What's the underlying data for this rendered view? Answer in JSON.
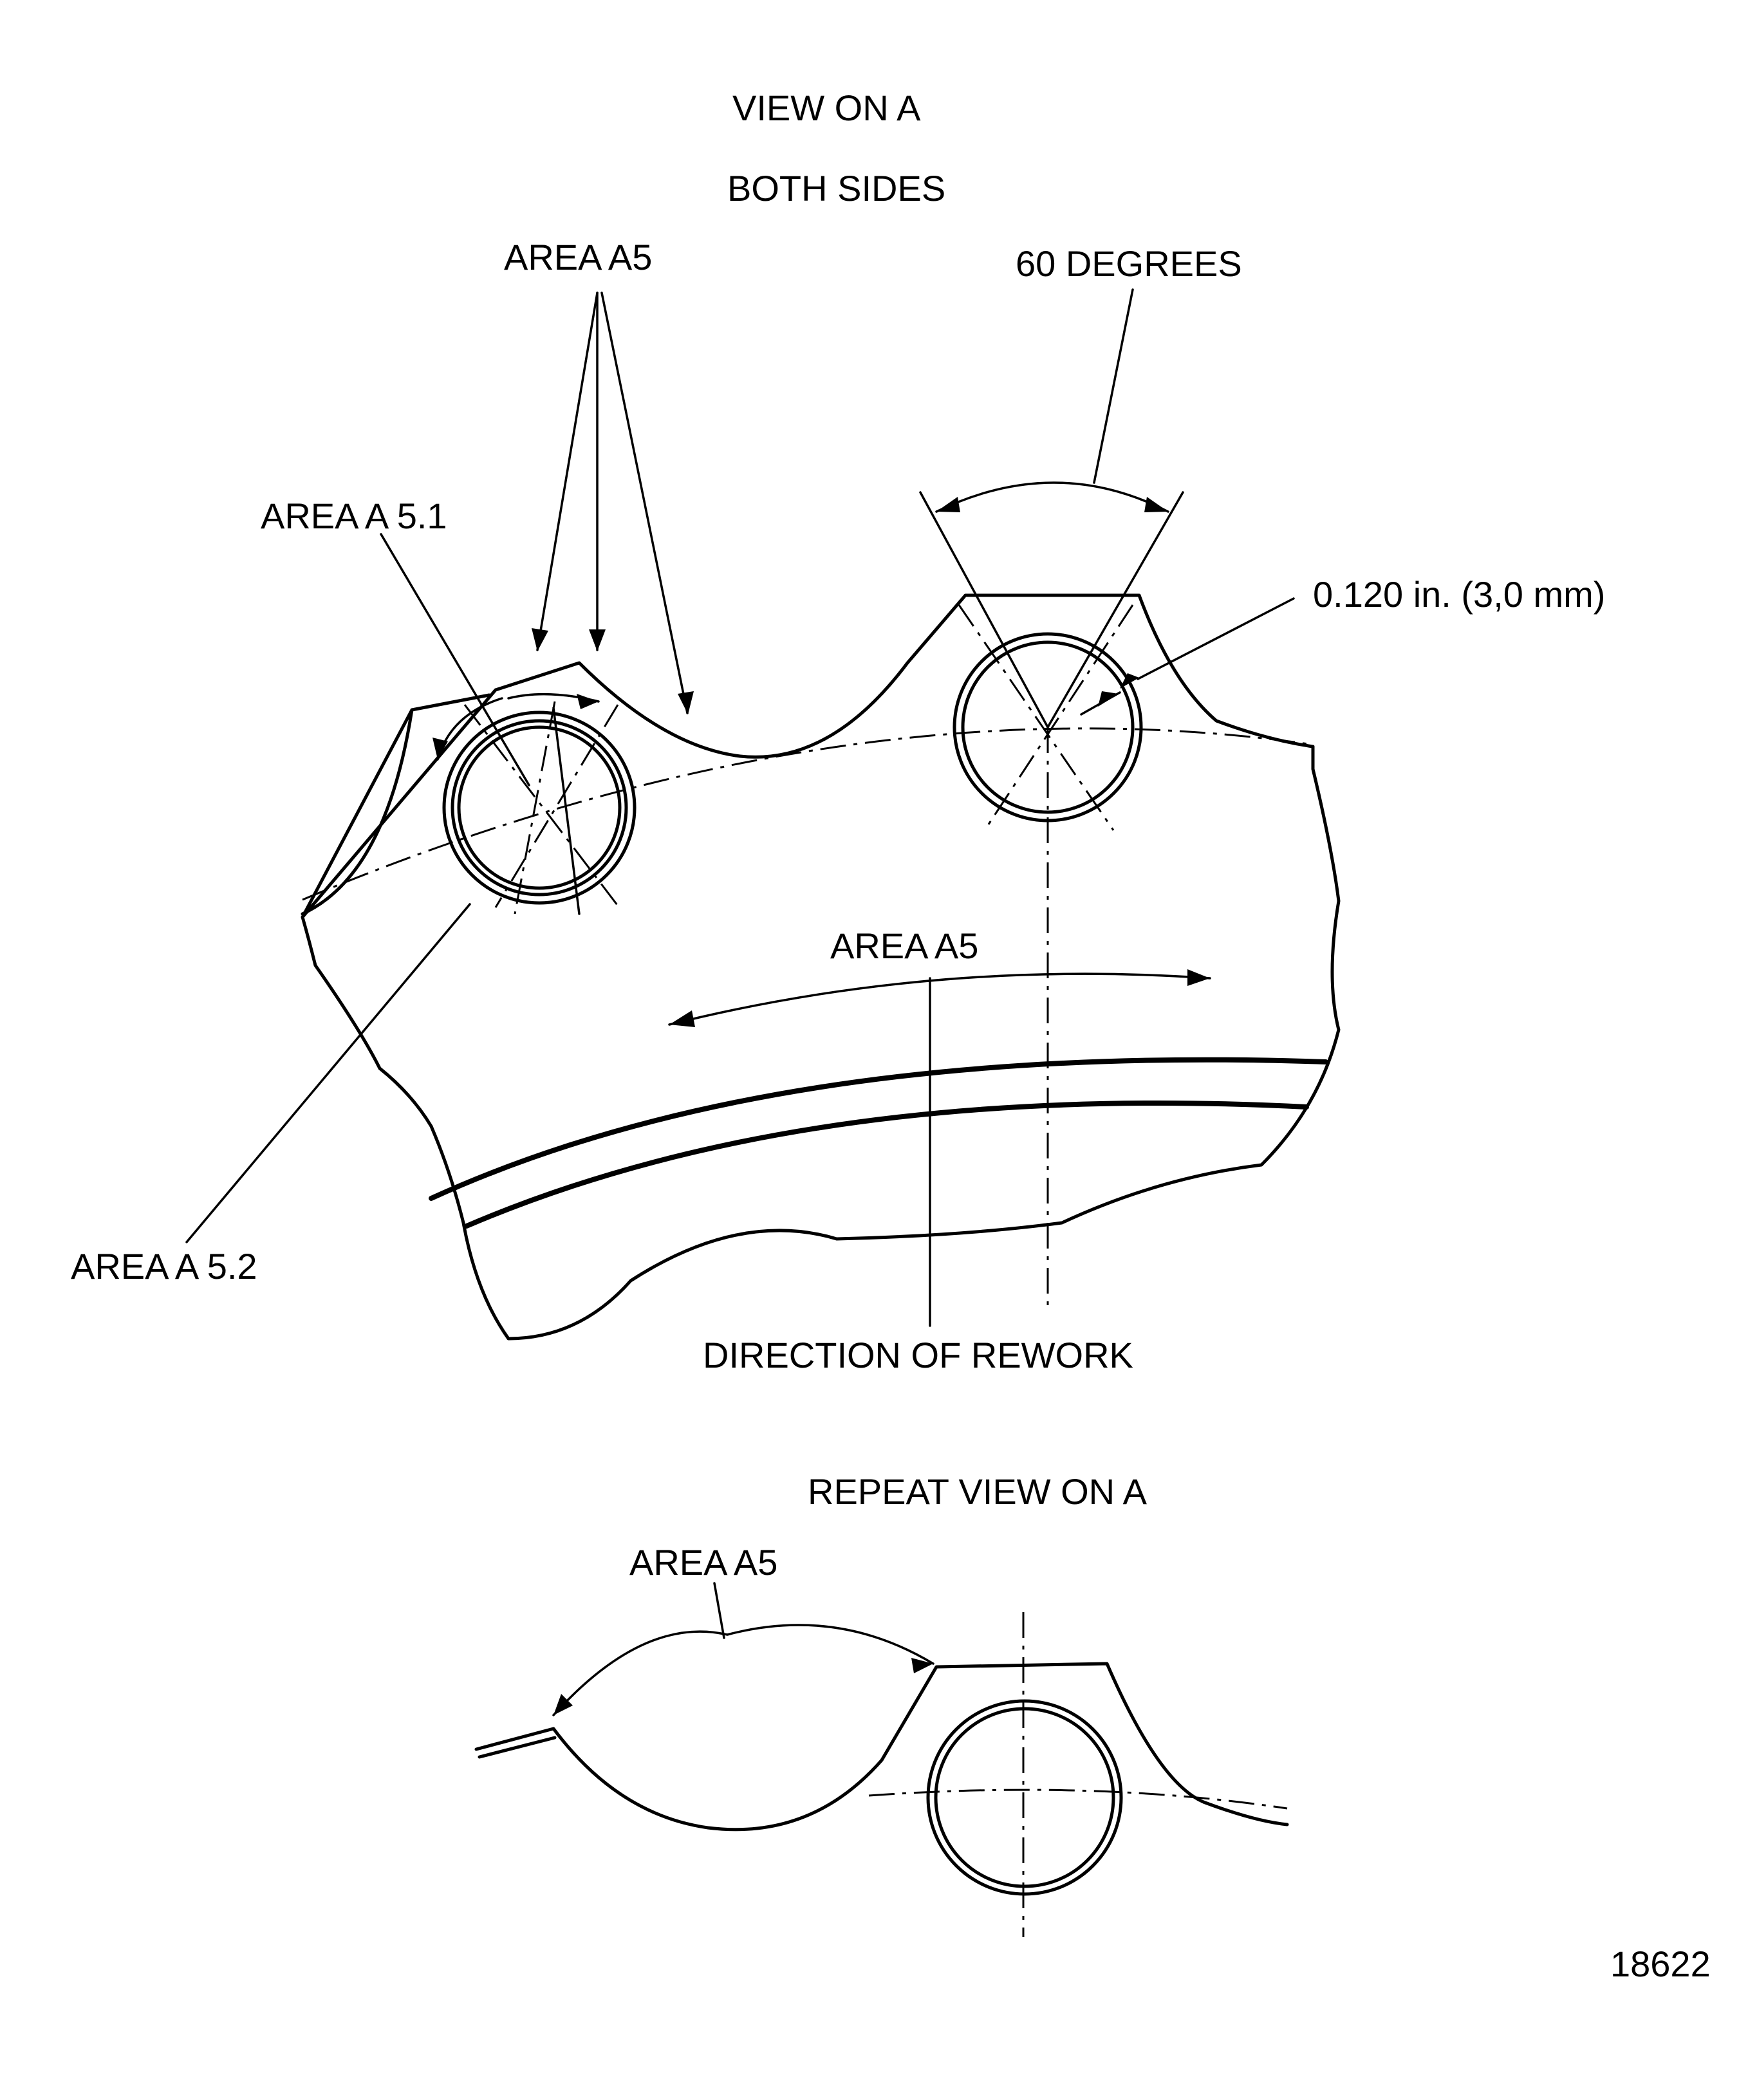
{
  "title": "VIEW ON A",
  "subtitle": "BOTH SIDES",
  "labels": {
    "area_a5_top": "AREA A5",
    "degrees": "60 DEGREES",
    "area_a51": "AREA A 5.1",
    "dimension": "0.120 in. (3,0 mm)",
    "area_a5_mid": "AREA A5",
    "area_a52": "AREA A 5.2",
    "direction": "DIRECTION OF REWORK"
  },
  "repeat_view": {
    "title": "REPEAT VIEW ON A",
    "area_label": "AREA A5"
  },
  "figure_number": "18622"
}
